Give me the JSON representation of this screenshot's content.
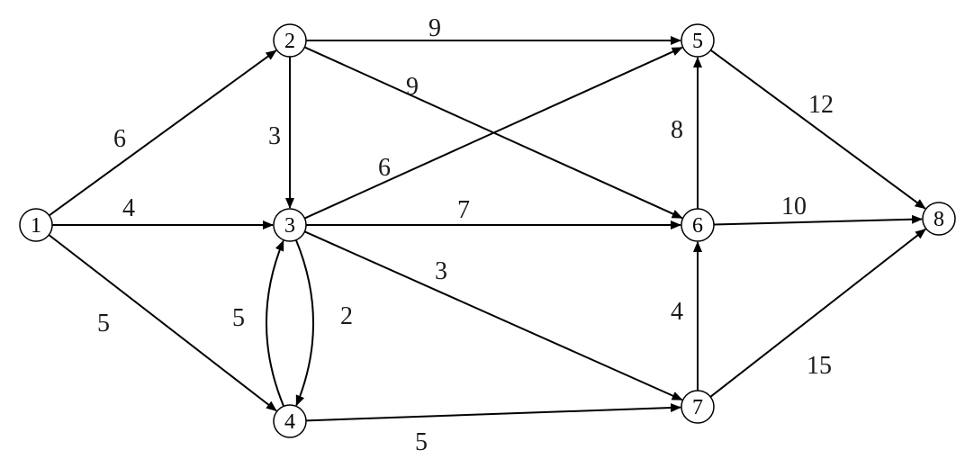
{
  "nodes": [
    {
      "id": "1",
      "label": "1"
    },
    {
      "id": "2",
      "label": "2"
    },
    {
      "id": "3",
      "label": "3"
    },
    {
      "id": "4",
      "label": "4"
    },
    {
      "id": "5",
      "label": "5"
    },
    {
      "id": "6",
      "label": "6"
    },
    {
      "id": "7",
      "label": "7"
    },
    {
      "id": "8",
      "label": "8"
    }
  ],
  "edges": [
    {
      "from": "1",
      "to": "2",
      "weight": "6"
    },
    {
      "from": "1",
      "to": "3",
      "weight": "4"
    },
    {
      "from": "1",
      "to": "4",
      "weight": "5"
    },
    {
      "from": "2",
      "to": "5",
      "weight": "9"
    },
    {
      "from": "2",
      "to": "6",
      "weight": "9"
    },
    {
      "from": "2",
      "to": "3",
      "weight": "3"
    },
    {
      "from": "3",
      "to": "5",
      "weight": "6"
    },
    {
      "from": "3",
      "to": "6",
      "weight": "7"
    },
    {
      "from": "3",
      "to": "7",
      "weight": "3"
    },
    {
      "from": "3",
      "to": "4",
      "weight": "5"
    },
    {
      "from": "4",
      "to": "3",
      "weight": "2"
    },
    {
      "from": "4",
      "to": "7",
      "weight": "5"
    },
    {
      "from": "6",
      "to": "5",
      "weight": "8"
    },
    {
      "from": "7",
      "to": "6",
      "weight": "4"
    },
    {
      "from": "5",
      "to": "8",
      "weight": "12"
    },
    {
      "from": "6",
      "to": "8",
      "weight": "10"
    },
    {
      "from": "7",
      "to": "8",
      "weight": "15"
    }
  ]
}
